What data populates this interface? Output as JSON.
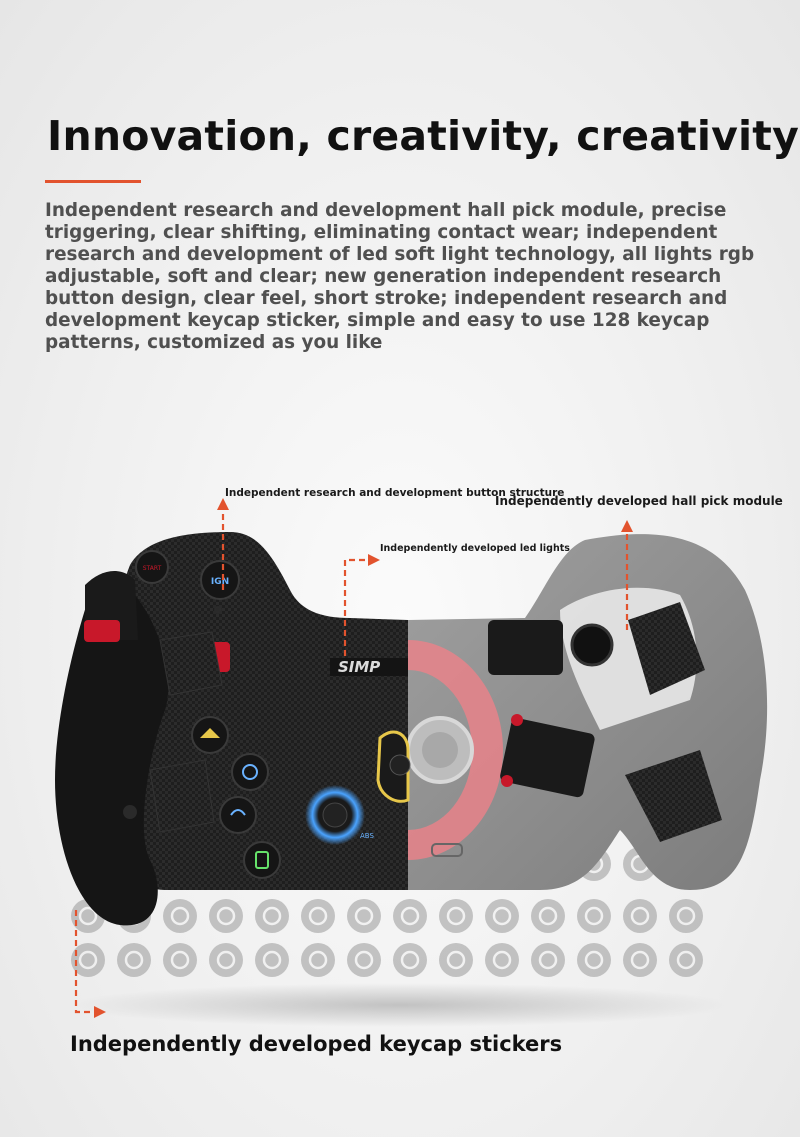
{
  "headline": "Innovation, creativity, creativity",
  "intro_text": "Independent research and development hall pick module, precise triggering, clear shifting, eliminating contact wear; independent research and development of led soft light technology, all lights rgb adjustable, soft and clear; new generation independent research button design, clear feel, short stroke; independent research and development keycap sticker, simple and easy to use 128 keycap patterns, customized as you like",
  "callouts": {
    "button_structure": "Independent research and development button structure",
    "hall_module": "Independently developed hall pick module",
    "led_lights": "Independently developed led lights",
    "keycap_stickers": "Independently developed keycap stickers"
  },
  "wheel": {
    "logo_text": "SIMP",
    "button_labels": {
      "start": "START",
      "ignition": "IGN",
      "abs": "ABS"
    }
  },
  "colors": {
    "accent": "#e2532e",
    "carbon": "#1c1c1c",
    "grip": "#141414",
    "shell_grey": "#8d8d8d",
    "led_ring": "#e8828a",
    "button_glow": "#4aa3ff"
  }
}
